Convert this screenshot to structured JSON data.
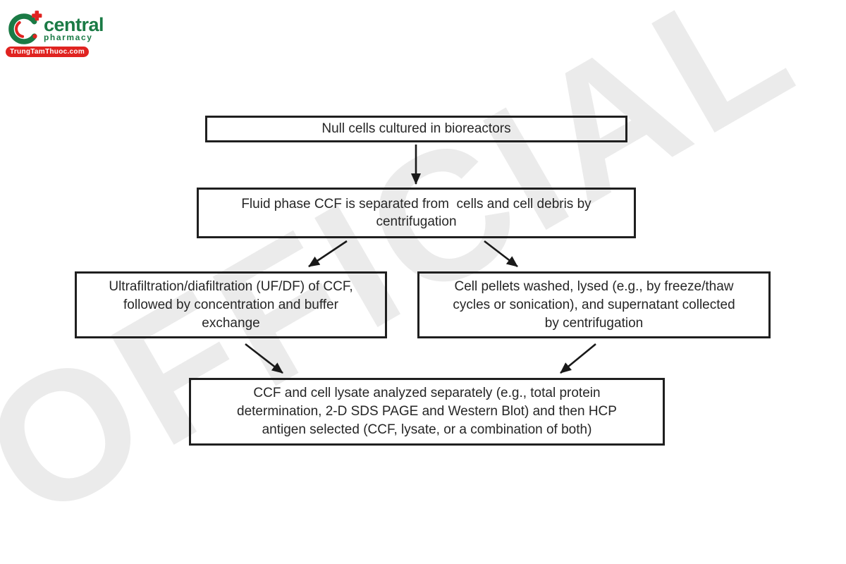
{
  "logo": {
    "brand": "central",
    "tagline": "pharmacy",
    "banner": "TrungTamThuoc.com",
    "green": "#1a7a45",
    "red": "#e02320"
  },
  "watermark": {
    "text": "OFFICIAL",
    "color": "#ebebeb"
  },
  "flowchart": {
    "nodes": [
      {
        "id": "null-cells",
        "lines": [
          "Null cells cultured in bioreactors"
        ]
      },
      {
        "id": "ccf-separation",
        "lines": [
          "Fluid phase CCF is separated from  cells and cell debris by",
          "centrifugation"
        ]
      },
      {
        "id": "uf-df",
        "lines": [
          "Ultrafiltration/diafiltration (UF/DF) of CCF,",
          "followed by concentration and buffer",
          "exchange"
        ]
      },
      {
        "id": "cell-pellets",
        "lines": [
          "Cell pellets washed, lysed (e.g., by freeze/thaw",
          "cycles or sonication), and supernatant collected",
          "by centrifugation"
        ]
      },
      {
        "id": "analysis",
        "lines": [
          "CCF and cell lysate analyzed separately (e.g., total protein",
          "determination, 2-D SDS PAGE and Western Blot) and then HCP",
          "antigen selected (CCF, lysate, or a combination of both)"
        ]
      }
    ],
    "edges": [
      {
        "from": "null-cells",
        "to": "ccf-separation"
      },
      {
        "from": "ccf-separation",
        "to": "uf-df"
      },
      {
        "from": "ccf-separation",
        "to": "cell-pellets"
      },
      {
        "from": "uf-df",
        "to": "analysis"
      },
      {
        "from": "cell-pellets",
        "to": "analysis"
      }
    ]
  }
}
